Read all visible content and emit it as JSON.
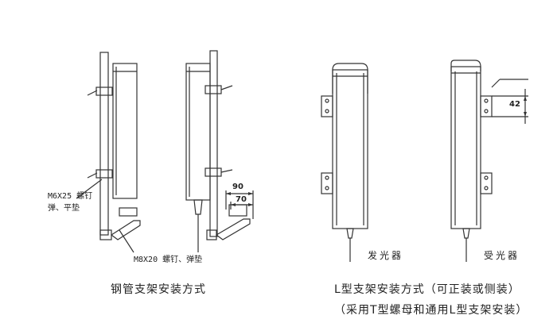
{
  "left_figure": {
    "caption": "钢管支架安装方式",
    "screw_label_1": "M6X25 螺钉",
    "screw_label_2": "弹、平垫",
    "screw_label_3": "M8X20 螺钉、弹垫",
    "dim_outer": "90",
    "dim_inner": "70"
  },
  "right_figure": {
    "caption_line1": "L型支架安装方式（可正装或侧装）",
    "caption_line2": "（采用T型螺母和通用L型支架安装）",
    "emitter_label": "发光器",
    "receiver_label": "受光器",
    "dim_value": "42"
  }
}
